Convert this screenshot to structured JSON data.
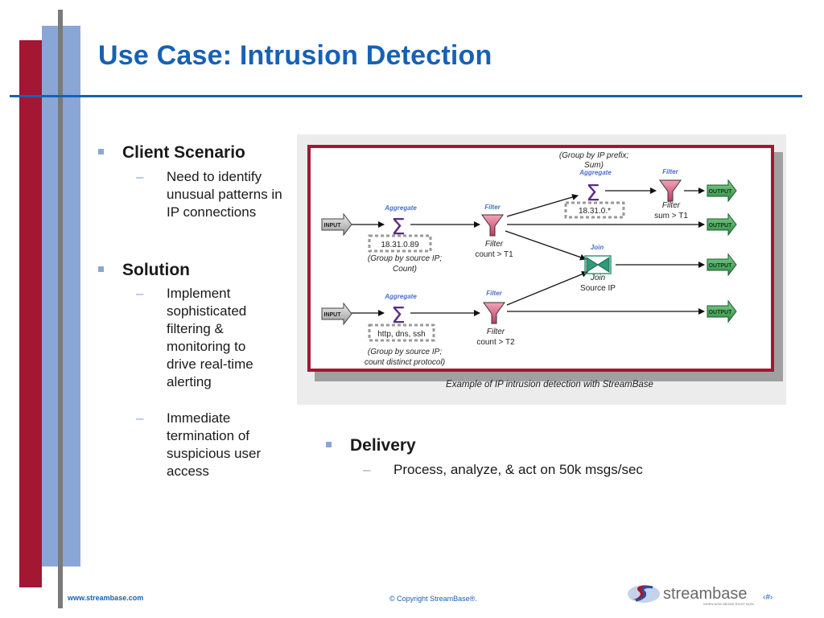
{
  "slide": {
    "title": "Use Case: Intrusion Detection",
    "client_scenario": {
      "heading": "Client Scenario",
      "points": [
        "Need to identify unusual patterns in IP connections"
      ]
    },
    "solution": {
      "heading": "Solution",
      "points": [
        "Implement sophisticated filtering & monitoring to drive real-time alerting",
        "Immediate termination of suspicious user access"
      ]
    },
    "delivery": {
      "heading": "Delivery",
      "points": [
        "Process, analyze, & act on 50k msgs/sec"
      ]
    },
    "footer": {
      "url": "www.streambase.com",
      "copyright": "© Copyright StreamBase®.",
      "logo_text": "streambase",
      "logo_tagline": "WHEN NOW MEANS RIGHT NOW",
      "page_number": "‹#›"
    },
    "colors": {
      "title_blue": "#1761b5",
      "accent_red": "#a31733",
      "accent_blue": "#8aa6d6",
      "aggregate_purple": "#5a2a8a",
      "filter_pink": "#d24e72",
      "output_green": "#3f9a52"
    }
  },
  "diagram": {
    "caption": "Example of IP intrusion detection with StreamBase",
    "input_label": "INPUT",
    "output_label": "OUTPUT",
    "aggregate_label": "Aggregate",
    "filter_label": "Filter",
    "join_label": "Join",
    "agg1": {
      "value": "18.31.0.89",
      "note1": "(Group by source IP;",
      "note2": "Count)"
    },
    "agg2": {
      "value": "http, dns, ssh",
      "note1": "(Group by source IP;",
      "note2": "count distinct protocol)"
    },
    "agg3": {
      "value": "18.31.0.*",
      "note1": "(Group by IP prefix;",
      "note2": "Sum)"
    },
    "filter1": {
      "name": "Filter",
      "cond": "count > T1"
    },
    "filter2": {
      "name": "Filter",
      "cond": "count > T2"
    },
    "filter3": {
      "name": "Filter",
      "cond": "sum > T1"
    },
    "join": {
      "name": "Join",
      "key": "Source IP"
    }
  }
}
